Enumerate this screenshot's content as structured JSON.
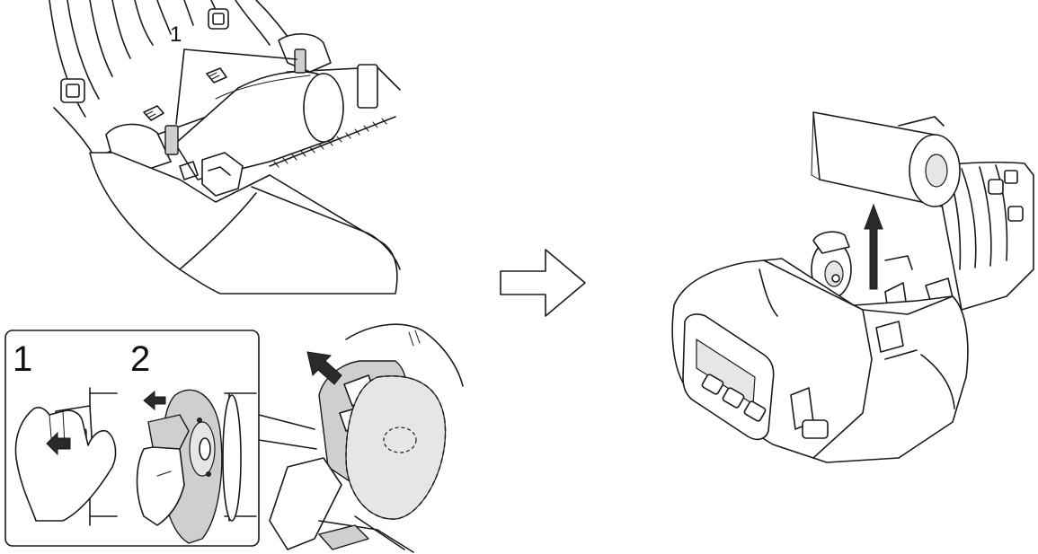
{
  "callout_top": "1",
  "inset": {
    "step_1": "1",
    "step_2": "2"
  },
  "colors": {
    "line": "#1a1a1a",
    "highlight_gray": "#cfcfcf",
    "background": "#ffffff"
  }
}
